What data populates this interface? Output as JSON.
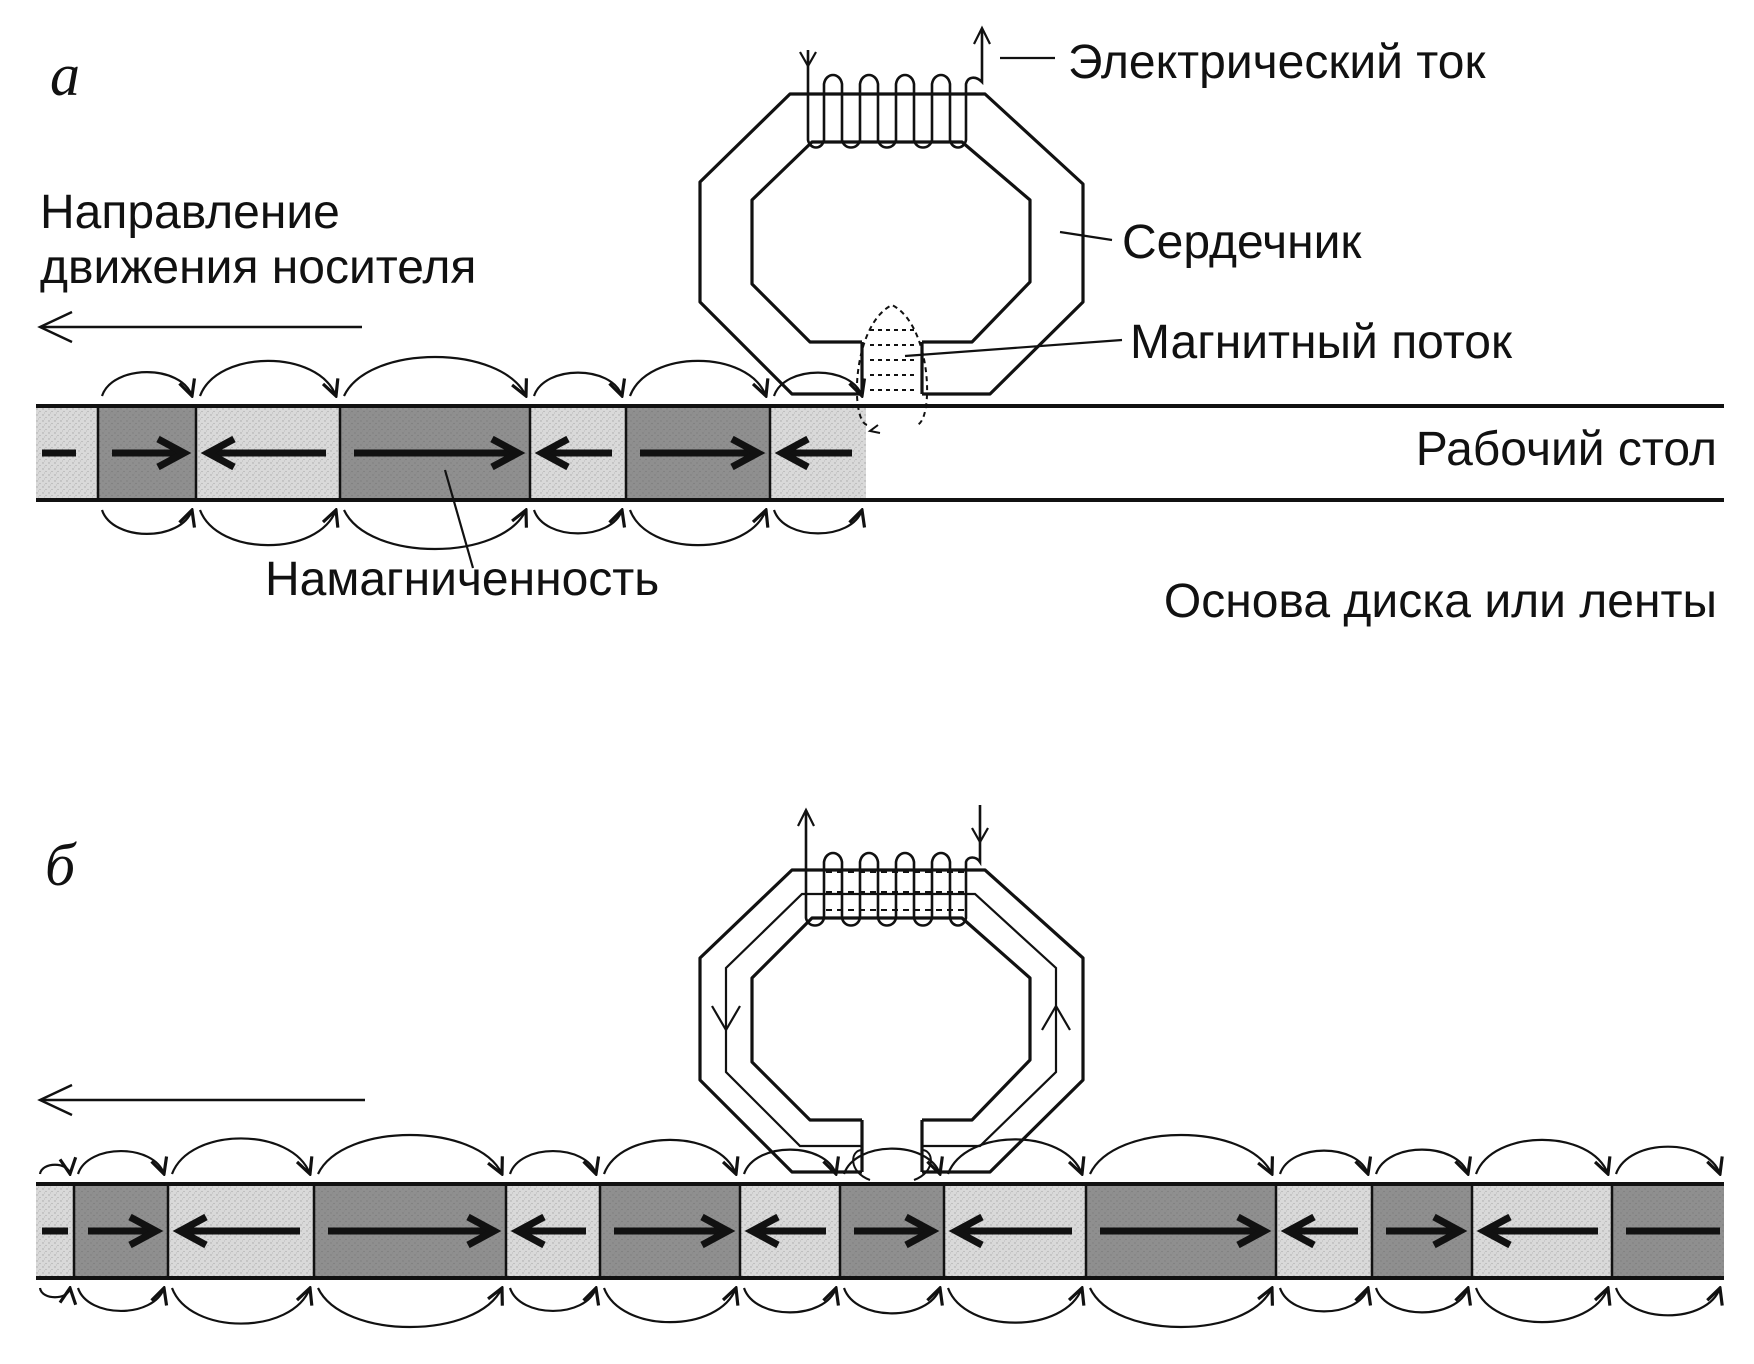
{
  "panels": {
    "a": {
      "letter": "а",
      "labels": {
        "current": "Электрический ток",
        "core": "Сердечник",
        "flux": "Магнитный поток",
        "track": "Рабочий стол",
        "magnetization": "Намагниченность",
        "substrate": "Основа диска или ленты",
        "direction_line1": "Направление",
        "direction_line2": "движения носителя"
      },
      "domains": [
        {
          "shade": "light",
          "arrow": "stub"
        },
        {
          "shade": "dark",
          "arrow": "right"
        },
        {
          "shade": "light",
          "arrow": "left"
        },
        {
          "shade": "dark",
          "arrow": "right"
        },
        {
          "shade": "light",
          "arrow": "left"
        },
        {
          "shade": "dark",
          "arrow": "right"
        },
        {
          "shade": "light",
          "arrow": "left"
        }
      ]
    },
    "b": {
      "letter": "б",
      "domains": [
        {
          "shade": "light",
          "arrow": "stub"
        },
        {
          "shade": "dark",
          "arrow": "right"
        },
        {
          "shade": "light",
          "arrow": "left"
        },
        {
          "shade": "dark",
          "arrow": "right"
        },
        {
          "shade": "light",
          "arrow": "left"
        },
        {
          "shade": "dark",
          "arrow": "right"
        },
        {
          "shade": "light",
          "arrow": "left"
        },
        {
          "shade": "dark",
          "arrow": "right"
        },
        {
          "shade": "light",
          "arrow": "left"
        },
        {
          "shade": "dark",
          "arrow": "right"
        },
        {
          "shade": "light",
          "arrow": "left"
        },
        {
          "shade": "dark",
          "arrow": "right"
        },
        {
          "shade": "light",
          "arrow": "left"
        },
        {
          "shade": "dark",
          "arrow": "stub"
        }
      ]
    }
  },
  "colors": {
    "light_domain": "#d9d9d9",
    "dark_domain": "#8f8f8f",
    "ink": "#111111"
  }
}
